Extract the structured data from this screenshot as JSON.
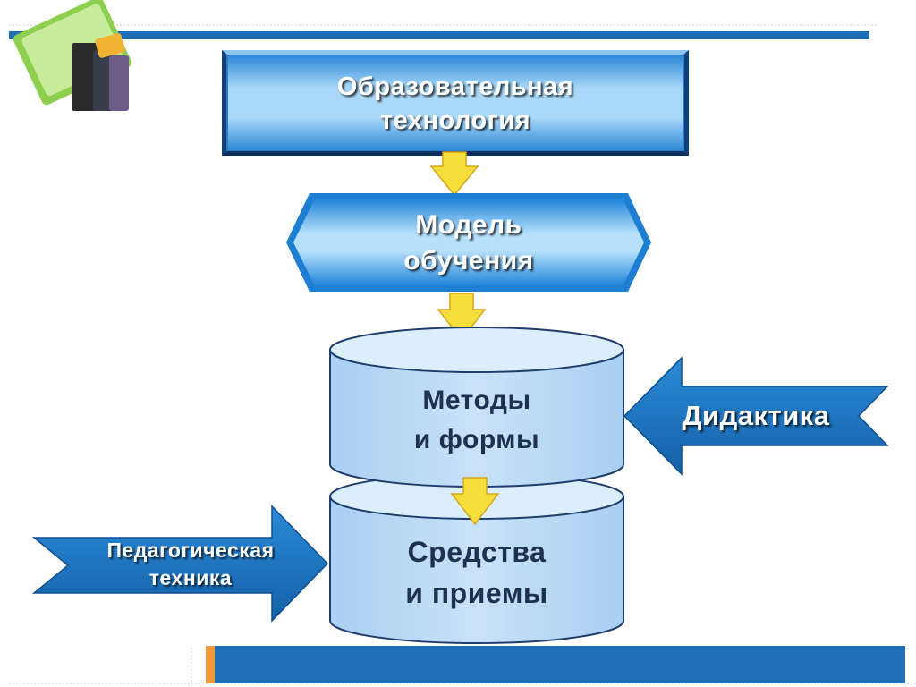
{
  "colors": {
    "accent_blue": "#1f6fb7",
    "box_blue": "#2f8ad8",
    "cylinder_fill": "#bcdaf6",
    "arrow_yellow": "#f6df3a",
    "accent_orange": "#f09a3a",
    "text_dark": "#1e3150"
  },
  "icons": {
    "corner_decoration": "book-icon"
  },
  "diagram": {
    "tech_box": {
      "line1": "Образовательная",
      "line2": "технология"
    },
    "model_box": {
      "line1": "Модель",
      "line2": "обучения"
    },
    "methods_cylinder": {
      "line1": "Методы",
      "line2": "и формы"
    },
    "tools_cylinder": {
      "line1": "Средства",
      "line2": "и приемы"
    },
    "didactics_arrow": {
      "label": "Дидактика"
    },
    "technique_arrow": {
      "line1": "Педагогическая",
      "line2": "техника"
    }
  }
}
